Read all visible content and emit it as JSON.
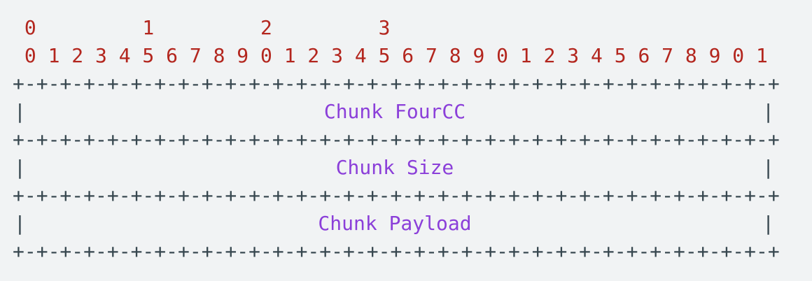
{
  "ruler": {
    "tens": " 0         1         2         3",
    "ones": " 0 1 2 3 4 5 6 7 8 9 0 1 2 3 4 5 6 7 8 9 0 1 2 3 4 5 6 7 8 9 0 1"
  },
  "border_line": "+-+-+-+-+-+-+-+-+-+-+-+-+-+-+-+-+-+-+-+-+-+-+-+-+-+-+-+-+-+-+-+-+",
  "pipe": "|",
  "fields": {
    "fourcc": "Chunk FourCC",
    "size": "Chunk Size",
    "payload": "Chunk Payload"
  },
  "colors": {
    "bit_numbers": "#b3261e",
    "borders": "#37474f",
    "field_labels": "#8b3fd9",
    "background": "#f1f3f4"
  }
}
